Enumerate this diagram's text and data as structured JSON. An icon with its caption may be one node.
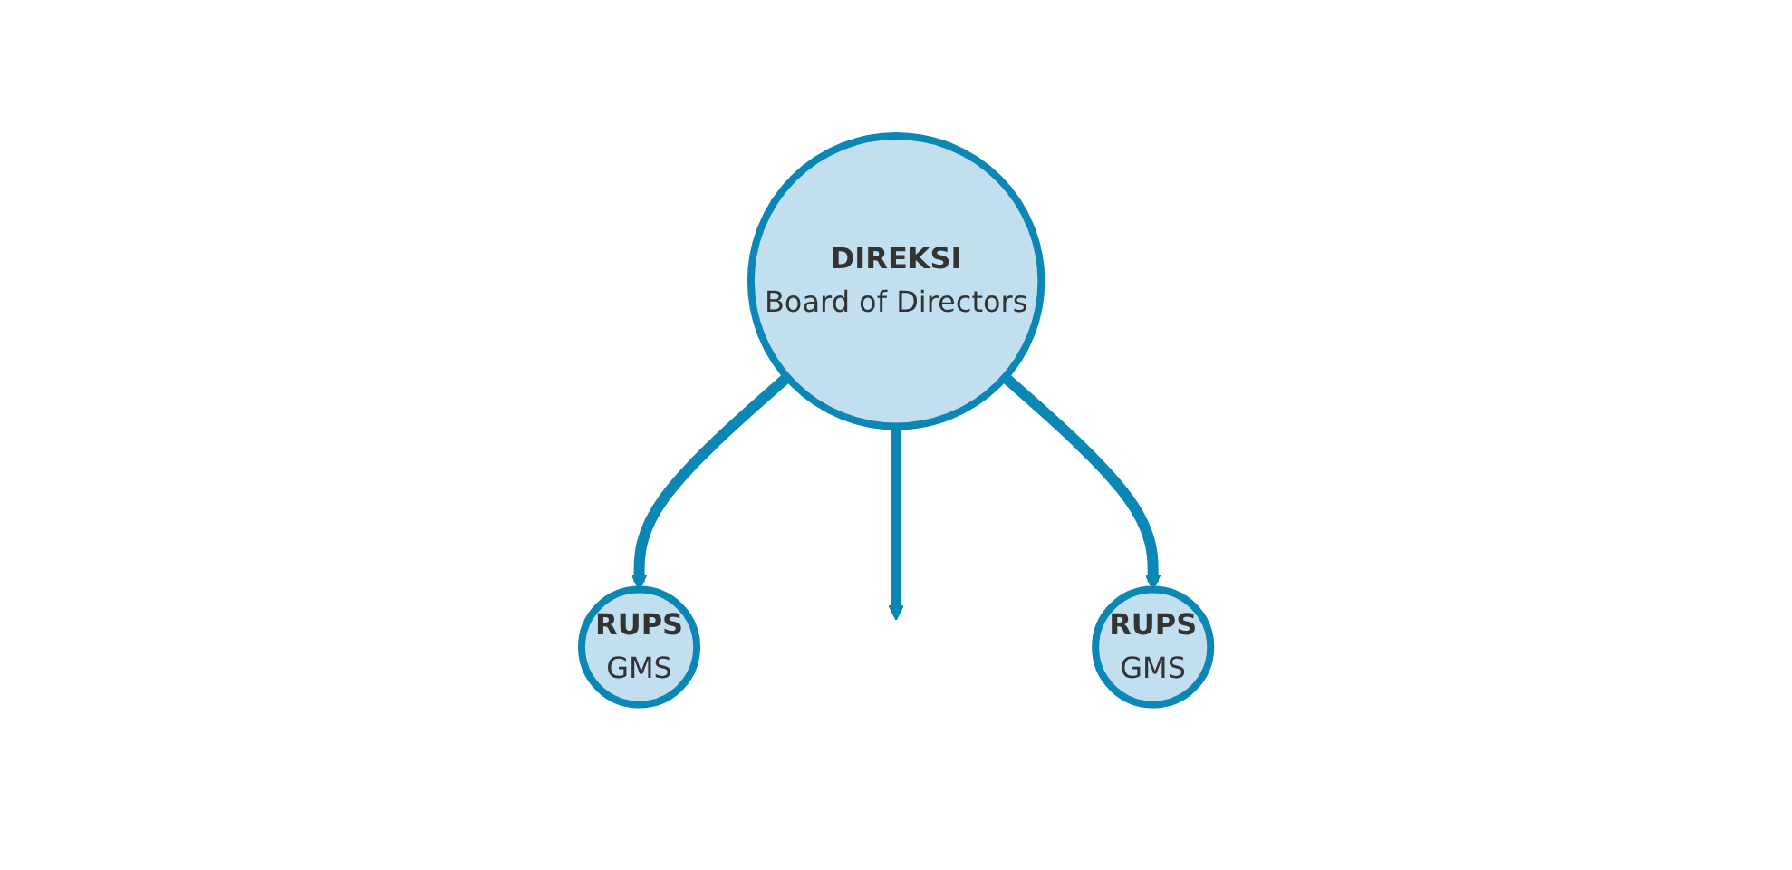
{
  "diagram": {
    "nodes": [
      {
        "text": [
          "DIREKSI",
          "Board of Directors"
        ]
      },
      {
        "text": [
          "RUPS",
          "GMS"
        ]
      },
      {
        "text": [
          "RUPS",
          "GMS"
        ]
      }
    ],
    "edges": [
      {
        "from": 0,
        "to": 1,
        "arrow": "to"
      },
      {
        "from": 0,
        "to": null,
        "arrow": "to"
      },
      {
        "from": 0,
        "to": 2,
        "arrow": "to"
      }
    ]
  }
}
